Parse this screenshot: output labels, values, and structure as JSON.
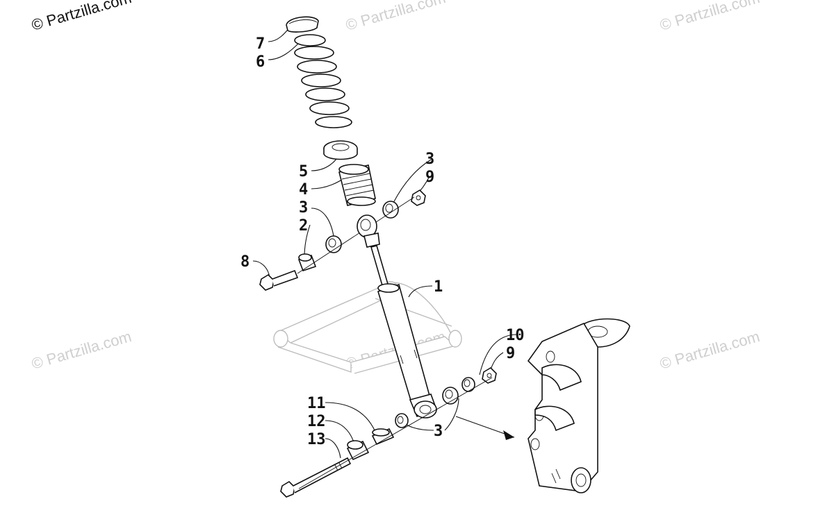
{
  "watermarks": [
    {
      "text": "© Partzilla.com",
      "tone": "dark"
    },
    {
      "text": "© Partzilla.com",
      "tone": "light"
    },
    {
      "text": "© Partzilla.com",
      "tone": "light"
    },
    {
      "text": "© Partzilla.com",
      "tone": "light"
    },
    {
      "text": "© Partzilla.com",
      "tone": "light"
    },
    {
      "text": "© Partzilla.com",
      "tone": "light"
    }
  ],
  "callouts": {
    "c1": "1",
    "c2": "2",
    "c3a": "3",
    "c3b": "3",
    "c3c": "3",
    "c4": "4",
    "c5": "5",
    "c6": "6",
    "c7": "7",
    "c8": "8",
    "c9a": "9",
    "c9b": "9",
    "c10": "10",
    "c11": "11",
    "c12": "12",
    "c13": "13"
  },
  "colors": {
    "ink": "#111111",
    "watermark": "#cfcfcf",
    "ghost": "#bdbdbd"
  }
}
